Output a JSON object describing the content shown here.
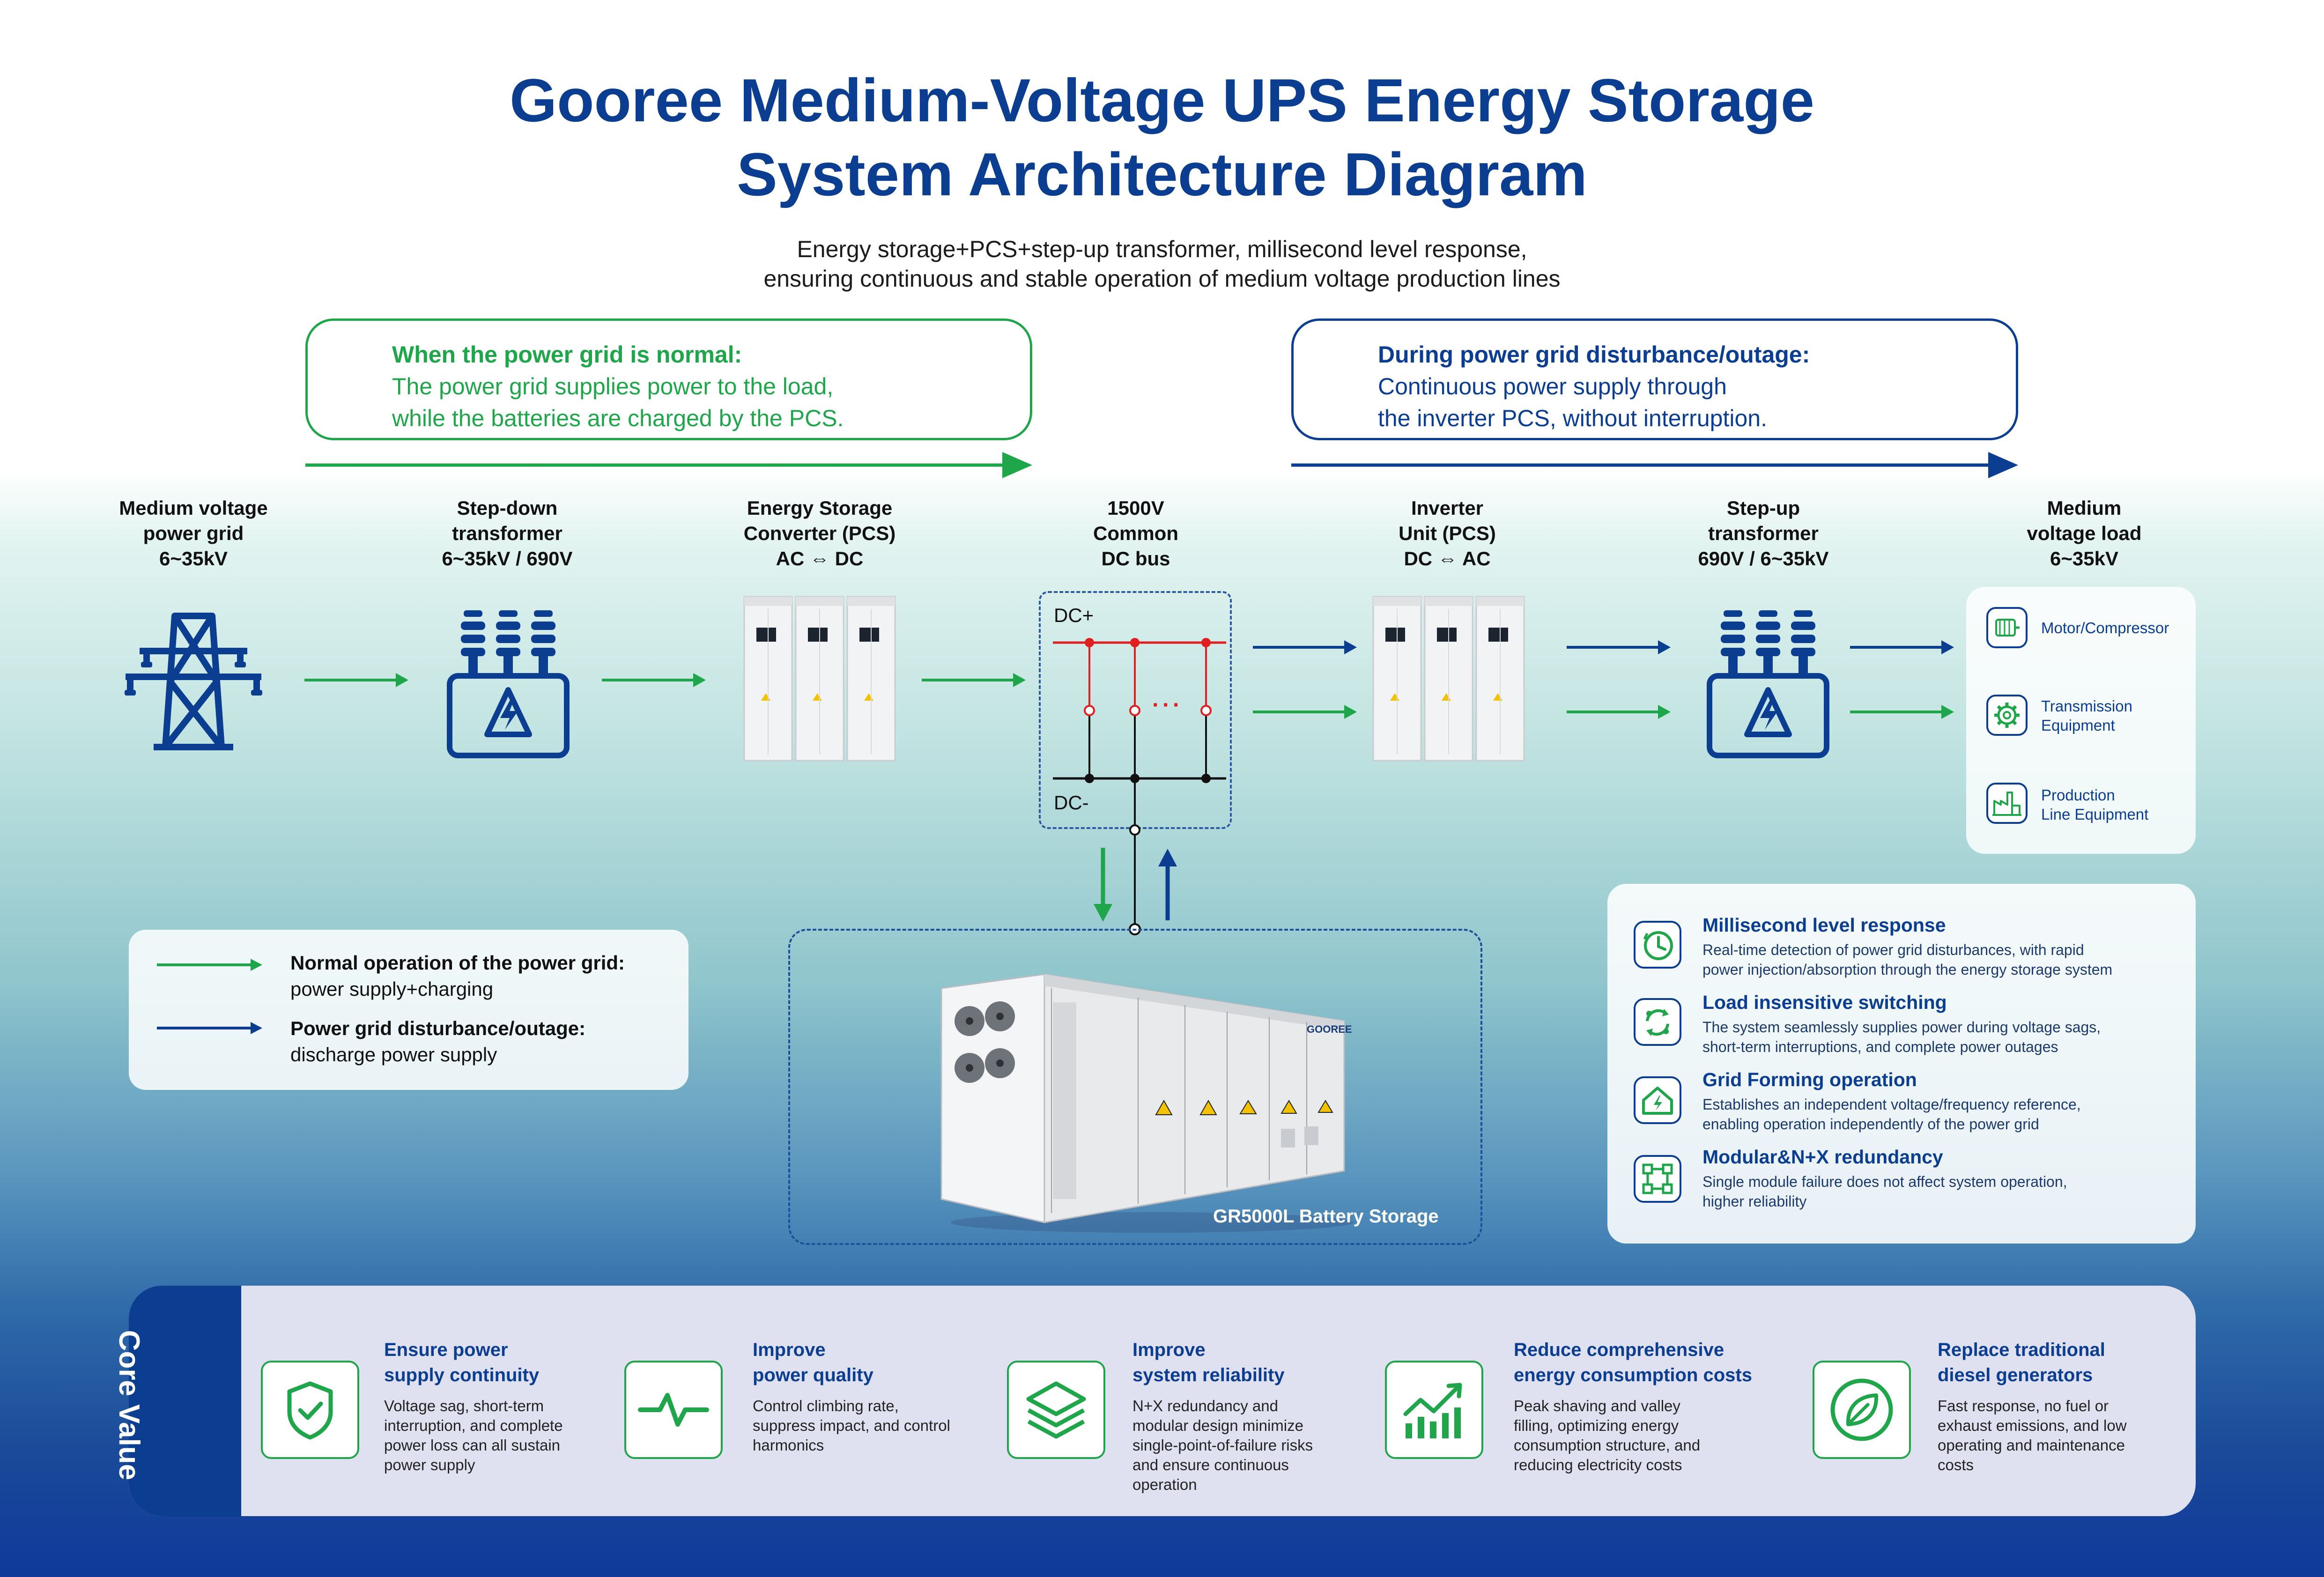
{
  "title": {
    "line1": "Gooree Medium-Voltage UPS Energy Storage",
    "line2": "System Architecture Diagram"
  },
  "subtitle": {
    "line1": "Energy storage+PCS+step-up transformer, millisecond level response,",
    "line2": "ensuring continuous and stable operation of medium voltage production lines"
  },
  "normal_callout": {
    "heading": "When the power grid is normal:",
    "line1": "The power grid supplies power to the load,",
    "line2": "while the batteries are charged by the PCS."
  },
  "outage_callout": {
    "heading": "During power grid disturbance/outage:",
    "line1": "Continuous power supply through",
    "line2": "the inverter PCS, without interruption."
  },
  "stages": [
    {
      "l1": "Medium voltage",
      "l2": "power grid",
      "l3": "6~35kV"
    },
    {
      "l1": "Step-down",
      "l2": "transformer",
      "l3": "6~35kV / 690V"
    },
    {
      "l1": "Energy Storage",
      "l2": "Converter (PCS)",
      "l3": "AC ⇔ DC"
    },
    {
      "l1": "1500V",
      "l2": "Common",
      "l3": "DC bus"
    },
    {
      "l1": "Inverter",
      "l2": "Unit (PCS)",
      "l3": "DC ⇔ AC"
    },
    {
      "l1": "Step-up",
      "l2": "transformer",
      "l3": "690V / 6~35kV"
    },
    {
      "l1": "Medium",
      "l2": "voltage load",
      "l3": "6~35kV"
    }
  ],
  "dc_bus": {
    "plus": "DC+",
    "minus": "DC-",
    "dots": "···"
  },
  "loads": [
    {
      "icon": "motor-icon",
      "l1": "Motor/Compressor",
      "l2": ""
    },
    {
      "icon": "gear-icon",
      "l1": "Transmission",
      "l2": "Equipment"
    },
    {
      "icon": "factory-icon",
      "l1": "Production",
      "l2": "Line Equipment"
    }
  ],
  "legend": {
    "normal_title": "Normal operation of the power grid:",
    "normal_text": "power supply+charging",
    "outage_title": "Power grid disturbance/outage:",
    "outage_text": "discharge power supply"
  },
  "battery": {
    "label": "GR5000L Battery Storage",
    "brand": "GOOREE"
  },
  "features": [
    {
      "icon": "clock-icon",
      "title": "Millisecond level response",
      "l1": "Real-time detection of power grid disturbances, with rapid",
      "l2": "power injection/absorption through the energy storage system"
    },
    {
      "icon": "switch-icon",
      "title": "Load insensitive switching",
      "l1": "The system seamlessly supplies power during voltage sags,",
      "l2": "short-term interruptions, and complete power outages"
    },
    {
      "icon": "grid-home-icon",
      "title": "Grid Forming operation",
      "l1": "Establishes an independent voltage/frequency reference,",
      "l2": "enabling operation independently of the power grid"
    },
    {
      "icon": "module-icon",
      "title": "Modular&N+X redundancy",
      "l1": "Single module failure does not affect system operation,",
      "l2": "higher reliability"
    }
  ],
  "core_value": {
    "label": "Core Value",
    "items": [
      {
        "icon": "shield-check-icon",
        "t1": "Ensure power",
        "t2": "supply continuity",
        "lines": [
          "Voltage sag, short-term",
          "interruption, and complete",
          "power loss can all sustain",
          "power supply"
        ]
      },
      {
        "icon": "pulse-icon",
        "t1": "Improve",
        "t2": "power quality",
        "lines": [
          "Control climbing rate,",
          "suppress impact, and control",
          "harmonics"
        ]
      },
      {
        "icon": "layers-icon",
        "t1": "Improve",
        "t2": "system reliability",
        "lines": [
          "N+X redundancy and",
          "modular design minimize",
          "single-point-of-failure risks",
          "and ensure continuous",
          "operation"
        ]
      },
      {
        "icon": "bar-chart-icon",
        "t1": "Reduce comprehensive",
        "t2": "energy consumption costs",
        "lines": [
          "Peak shaving and valley",
          "filling, optimizing energy",
          "consumption structure, and",
          "reducing electricity costs"
        ]
      },
      {
        "icon": "leaf-icon",
        "t1": "Replace traditional",
        "t2": "diesel generators",
        "lines": [
          "Fast response, no fuel or",
          "exhaust emissions, and low",
          "operating and maintenance",
          "costs"
        ]
      }
    ]
  },
  "colors": {
    "green": "#1fa64a",
    "blue": "#0b3d91",
    "red": "#e02020"
  }
}
